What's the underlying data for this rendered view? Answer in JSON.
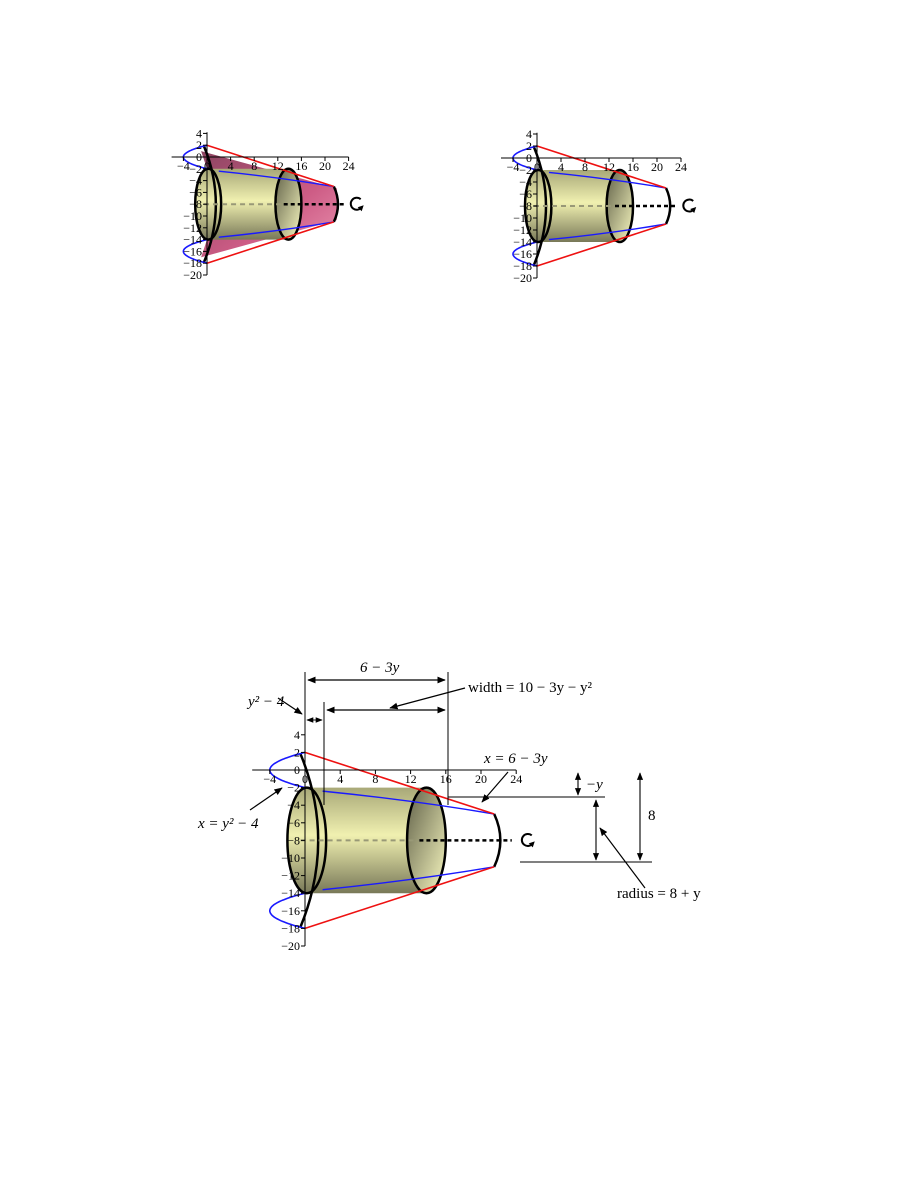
{
  "figures": [
    {
      "id": "fig1",
      "x_ticks": [
        "-4",
        "0",
        "4",
        "8",
        "12",
        "16",
        "20",
        "24"
      ],
      "y_ticks": [
        "4",
        "2",
        "0",
        "-2",
        "-4",
        "-6",
        "-8",
        "-10",
        "-12",
        "-14",
        "-16",
        "-18",
        "-20"
      ],
      "region_shaded": true
    },
    {
      "id": "fig2",
      "x_ticks": [
        "-4",
        "0",
        "4",
        "8",
        "12",
        "16",
        "20",
        "24"
      ],
      "y_ticks": [
        "4",
        "2",
        "0",
        "-2",
        "-4",
        "-6",
        "-8",
        "-10",
        "-12",
        "-14",
        "-16",
        "-18",
        "-20"
      ],
      "region_shaded": false
    },
    {
      "id": "fig3",
      "x_ticks": [
        "-4",
        "0",
        "4",
        "8",
        "12",
        "16",
        "20",
        "24"
      ],
      "y_ticks": [
        "4",
        "2",
        "0",
        "-2",
        "-4",
        "-6",
        "-8",
        "-10",
        "-12",
        "-14",
        "-16",
        "-18",
        "-20"
      ],
      "region_shaded": false
    }
  ],
  "annotations": {
    "six_minus_3y": "6 − 3y",
    "width": "width = 10 − 3y − y²",
    "y2_minus_4": "y² − 4",
    "x_eq_6_minus_3y": "x = 6 − 3y",
    "neg_y": "−y",
    "eight": "8",
    "x_eq_y2_minus_4": "x = y² − 4",
    "radius": "radius = 8 + y"
  },
  "colors": {
    "parabola": "#1a1aff",
    "line": "#ee1111",
    "region": "#c0305a",
    "cylinder": "#e8e89a",
    "axis": "#000000"
  },
  "icons": {
    "rotation": "rotation-arrow-icon"
  }
}
